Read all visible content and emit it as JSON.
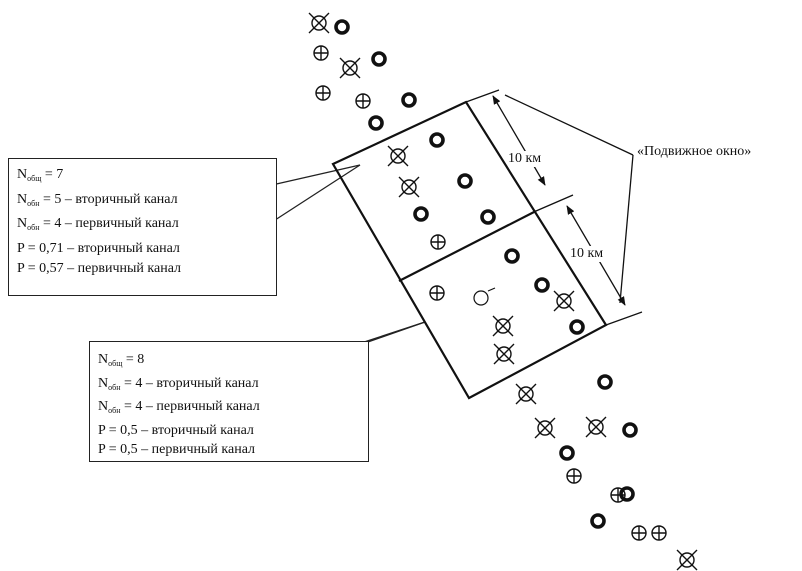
{
  "callouts": {
    "top": {
      "lines": [
        {
          "base": "N",
          "sub": "общ",
          "rest": " = 7"
        },
        {
          "base": "N",
          "sub": "обн",
          "rest": " = 5 – вторичный канал"
        },
        {
          "base": "N",
          "sub": "обн",
          "rest": " = 4 – первичный канал"
        },
        {
          "base": "P",
          "sub": "",
          "rest": " = 0,71 – вторичный канал"
        },
        {
          "base": "P",
          "sub": "",
          "rest": " = 0,57 – первичный канал"
        }
      ]
    },
    "bottom": {
      "lines": [
        {
          "base": "N",
          "sub": "общ",
          "rest": " = 8"
        },
        {
          "base": "N",
          "sub": "обн",
          "rest": " = 4 – вторичный канал"
        },
        {
          "base": "N",
          "sub": "обн",
          "rest": " = 4 – первичный канал"
        },
        {
          "base": "P",
          "sub": "",
          "rest": " = 0,5 – вторичный канал"
        },
        {
          "base": "P",
          "sub": "",
          "rest": " = 0,5 – первичный канал"
        }
      ]
    }
  },
  "labels": {
    "dim_top": "10 км",
    "dim_bottom": "10 км",
    "window": "«Подвижное окно»"
  },
  "legend_symbols": {
    "ring": "thick circle",
    "cross_circle": "circle with plus",
    "x_circle": "circle with diagonal cross",
    "open_circle": "thin circle"
  }
}
